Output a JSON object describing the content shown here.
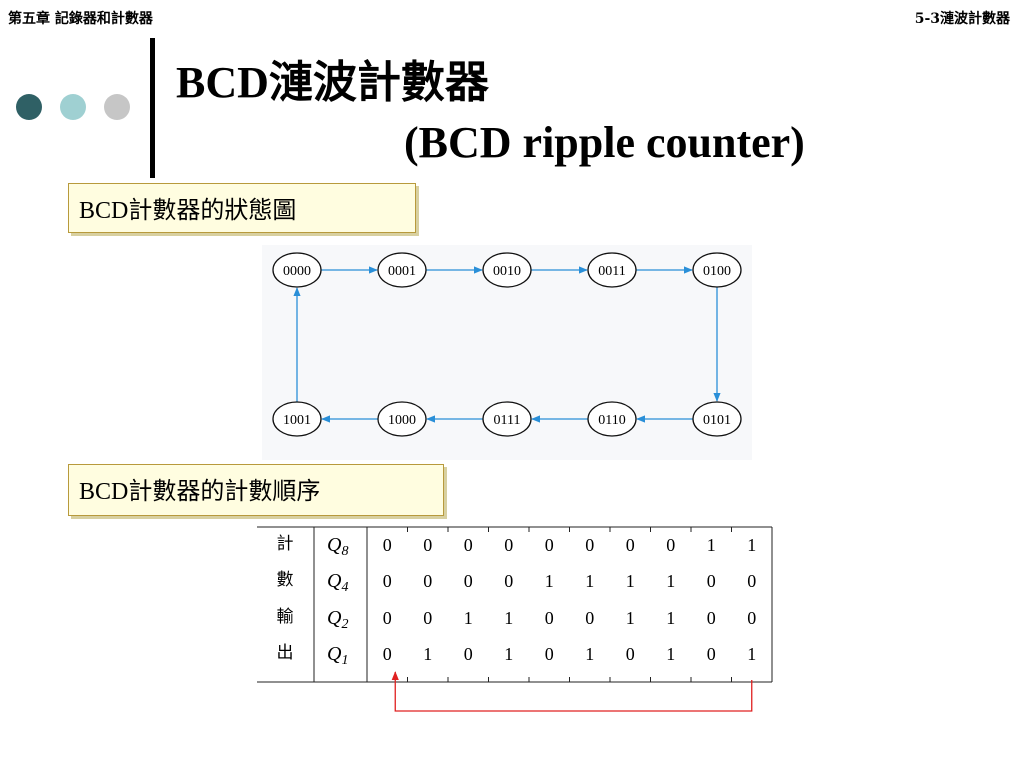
{
  "header": {
    "chapter": "第五章 記錄器和計數器",
    "section": "5-3漣波計數器"
  },
  "title": {
    "line1": "BCD漣波計數器",
    "line2": "(BCD ripple counter)"
  },
  "decor": {
    "dot_colors": [
      "#2f6065",
      "#9fd0d2",
      "#c6c6c6"
    ]
  },
  "state_diagram": {
    "label": "BCD計數器的狀態圖",
    "states_top": [
      "0000",
      "0001",
      "0010",
      "0011",
      "0100"
    ],
    "states_bottom": [
      "1001",
      "1000",
      "0111",
      "0110",
      "0101"
    ],
    "arrow_color": "#2a8fd8"
  },
  "count_table": {
    "label": "BCD計數器的計數順序",
    "side_label": [
      "計",
      "數",
      "輸",
      "出"
    ],
    "rows": [
      {
        "name": "Q",
        "sub": "8",
        "values": [
          "0",
          "0",
          "0",
          "0",
          "0",
          "0",
          "0",
          "0",
          "1",
          "1"
        ]
      },
      {
        "name": "Q",
        "sub": "4",
        "values": [
          "0",
          "0",
          "0",
          "0",
          "1",
          "1",
          "1",
          "1",
          "0",
          "0"
        ]
      },
      {
        "name": "Q",
        "sub": "2",
        "values": [
          "0",
          "0",
          "1",
          "1",
          "0",
          "0",
          "1",
          "1",
          "0",
          "0"
        ]
      },
      {
        "name": "Q",
        "sub": "1",
        "values": [
          "0",
          "1",
          "0",
          "1",
          "0",
          "1",
          "0",
          "1",
          "0",
          "1"
        ]
      }
    ],
    "return_arrow_color": "#e02020"
  }
}
